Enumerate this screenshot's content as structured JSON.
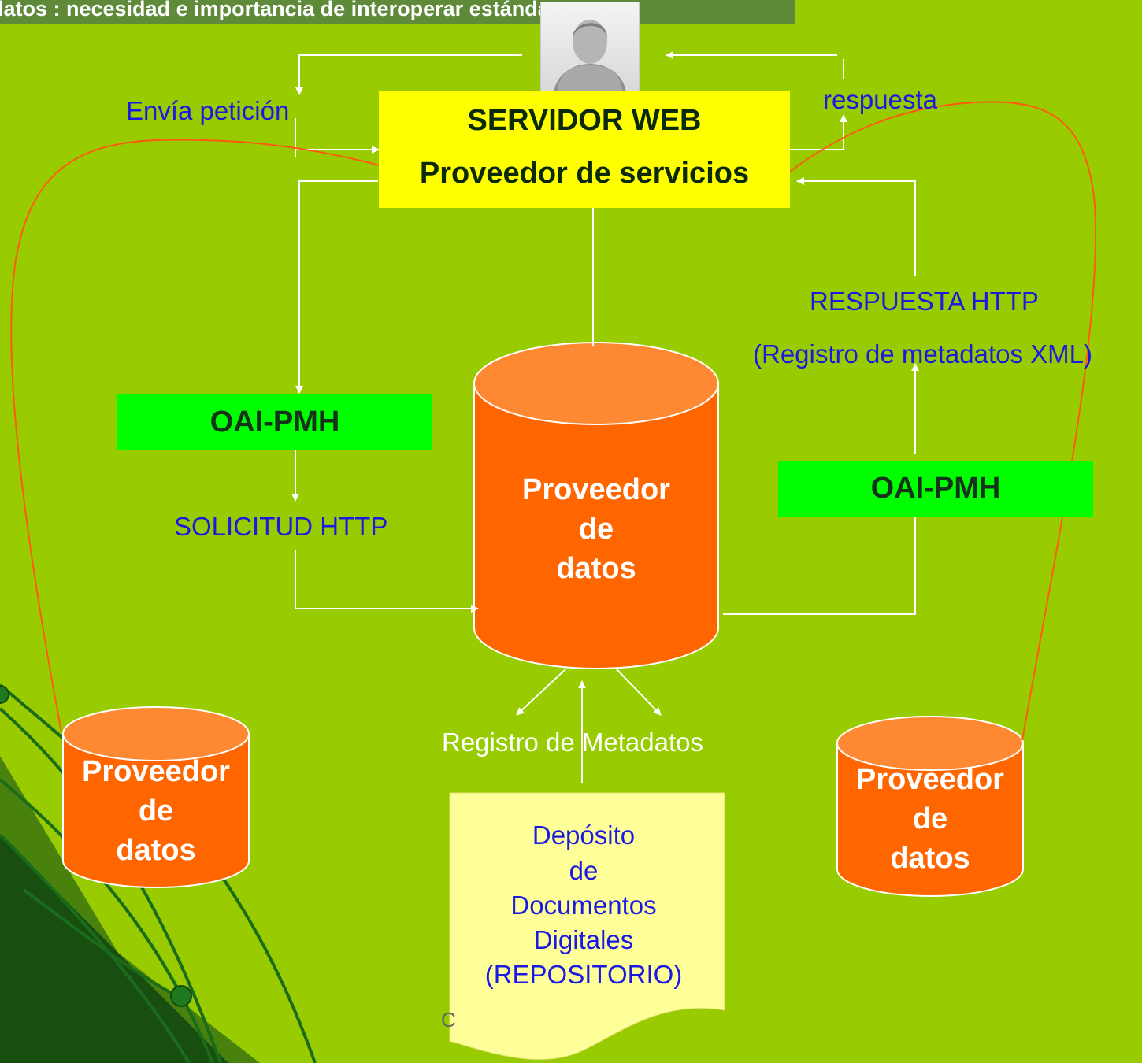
{
  "title": "datos : necesidad e importancia de interoperar estándares",
  "server": {
    "line1": "SERVIDOR WEB",
    "line2": "Proveedor de servicios"
  },
  "labels": {
    "envia_peticion": "Envía petición",
    "respuesta": "respuesta",
    "respuesta_http": "RESPUESTA  HTTP",
    "registro_xml": "(Registro de metadatos XML)",
    "solicitud_http": "SOLICITUD HTTP",
    "registro_metadatos": "Registro de Metadatos",
    "stray": "C"
  },
  "oai_left": "OAI-PMH",
  "oai_right": "OAI-PMH",
  "data_provider_main": [
    "Proveedor",
    "de",
    "datos"
  ],
  "data_provider_left": [
    "Proveedor",
    "de",
    "datos"
  ],
  "data_provider_right": [
    "Proveedor",
    "de",
    "datos"
  ],
  "repository": [
    "Depósito",
    "de",
    "Documentos",
    "Digitales",
    "(REPOSITORIO)"
  ],
  "colors": {
    "background": "#99cc00",
    "server": "#ffff00",
    "oai": "#00ff00",
    "cylinder_body": "#ff6600",
    "cylinder_top": "#ff8833",
    "document": "#ffff99",
    "label_blue": "#1a1ae0",
    "connector": "#ff5a10"
  },
  "icons": {
    "user": "user-avatar-icon"
  }
}
